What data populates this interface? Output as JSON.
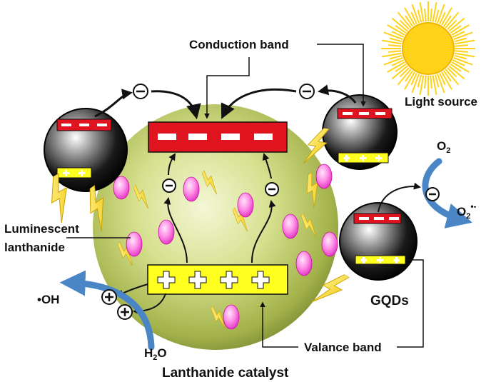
{
  "labels": {
    "conduction_band": "Conduction band",
    "light_source": "Light source",
    "luminescent_line1": "Luminescent",
    "luminescent_line2": "lanthanide",
    "gqds": "GQDs",
    "valance_band": "Valance band",
    "lanthanide_catalyst": "Lanthanide catalyst",
    "oh": "•OH",
    "h2o_base": "H",
    "h2o_sub": "2",
    "h2o_tail": "O",
    "o2_base": "O",
    "o2_sub": "2",
    "o2rad_base": "O",
    "o2rad_sub": "2",
    "o2rad_sup": "•-"
  },
  "symbols": {
    "electron": "⊖",
    "hole": "⊕"
  },
  "colors": {
    "sphere_outer": "#8a9a3e",
    "sphere_inner": "#eef3c8",
    "conduction_band": "#e0141e",
    "valence_band": "#ffff20",
    "lanthanide_particle": "#ff4fd8",
    "lightning": "#ffe600",
    "sun": "#ffd21a",
    "arrow_blue": "#4a86c6",
    "gqd_dark": "#0a0a0a"
  },
  "icons": {
    "sun": "sun-icon",
    "lightning": "lightning-icon",
    "particle": "lanthanide-particle-icon"
  }
}
